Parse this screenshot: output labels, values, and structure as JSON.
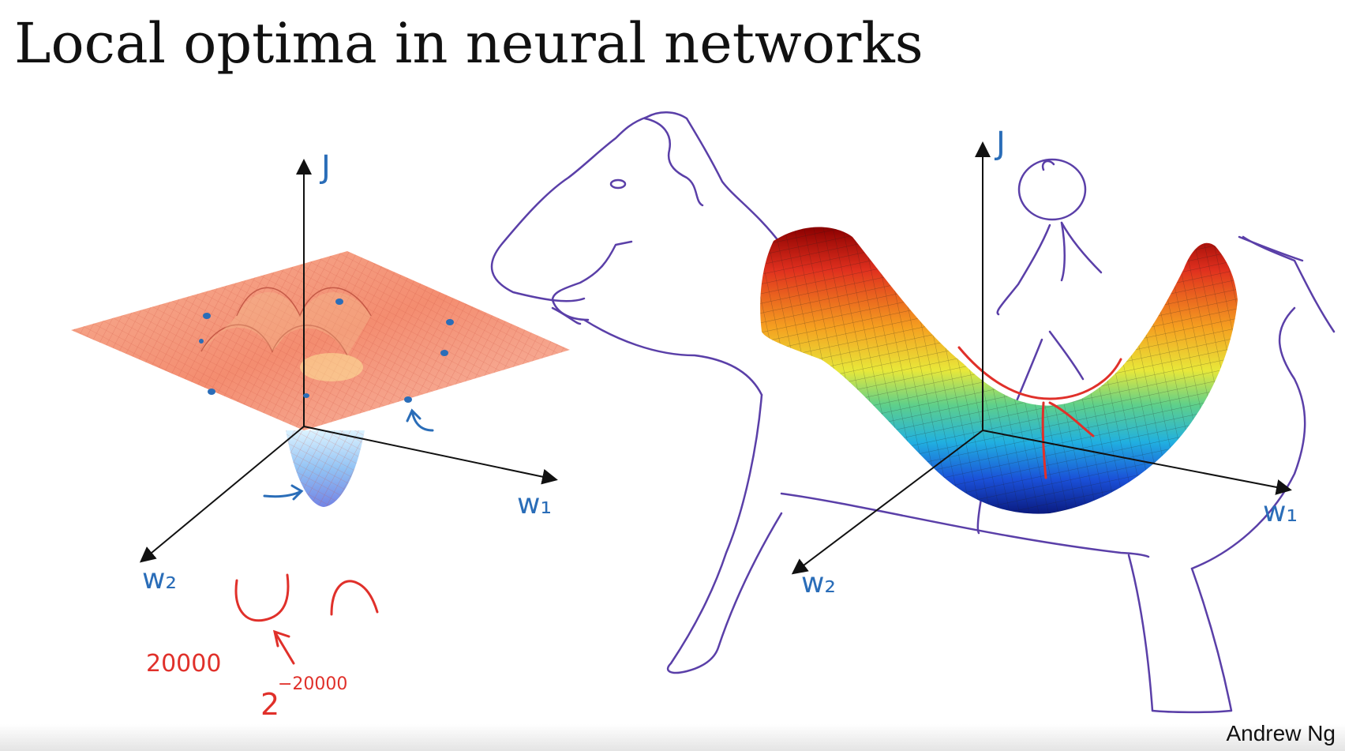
{
  "slide": {
    "title": "Local optima in neural networks",
    "author": "Andrew Ng"
  },
  "left_plot": {
    "axis_j": "J",
    "axis_w1": "w₁",
    "axis_w2": "w₂",
    "count": "20000",
    "prob_base": "2",
    "prob_exp": "−20000"
  },
  "right_plot": {
    "axis_j": "J",
    "axis_w1": "w₁",
    "axis_w2": "w₂"
  },
  "colors": {
    "axis": "#111111",
    "blue_ink": "#2a6db8",
    "red_ink": "#e0302a",
    "purple_ink": "#5a3fa8"
  }
}
